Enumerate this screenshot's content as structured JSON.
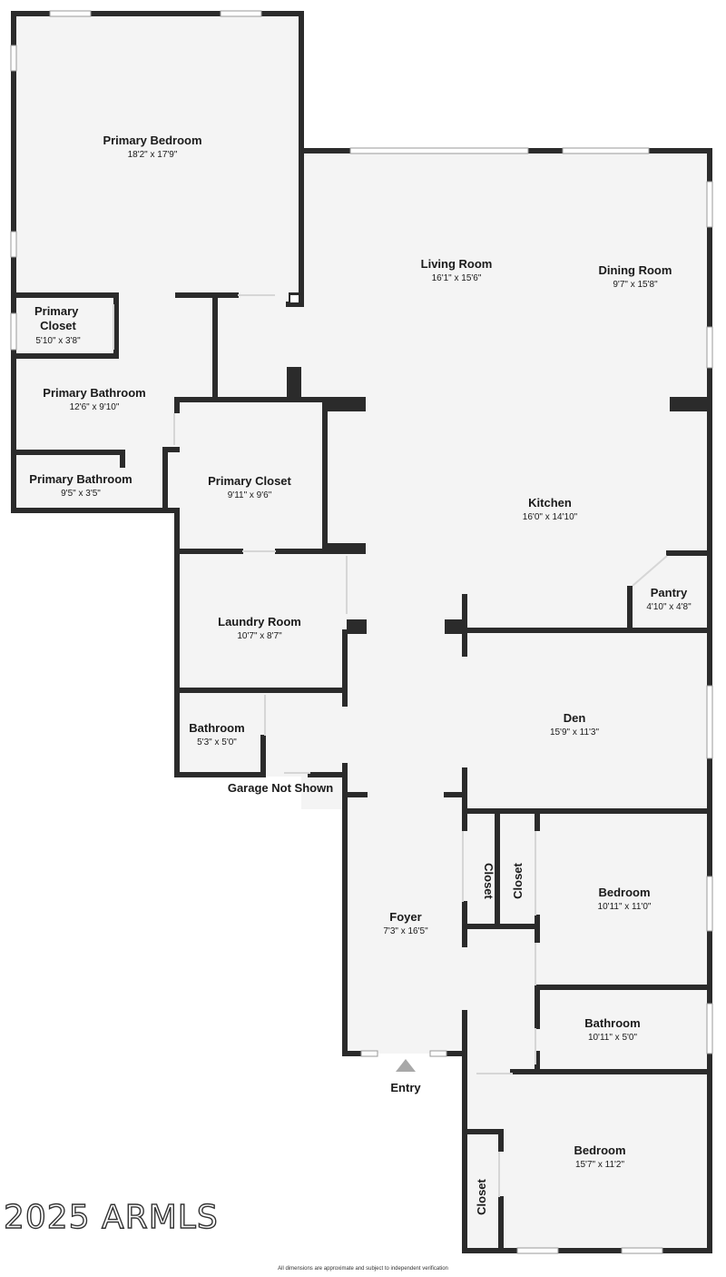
{
  "rooms": [
    {
      "name": "Primary Bedroom",
      "dim": "18'2\" x 17'9\""
    },
    {
      "name": "Living Room",
      "dim": "16'1\" x 15'6\""
    },
    {
      "name": "Dining Room",
      "dim": "9'7\" x 15'8\""
    },
    {
      "name": "Primary\nCloset",
      "dim": "5'10\" x 3'8\""
    },
    {
      "name": "Primary Bathroom",
      "dim": "12'6\" x 9'10\""
    },
    {
      "name": "Primary Bathroom",
      "dim": "9'5\" x 3'5\""
    },
    {
      "name": "Primary Closet",
      "dim": "9'11\" x 9'6\""
    },
    {
      "name": "Kitchen",
      "dim": "16'0\" x 14'10\""
    },
    {
      "name": "Pantry",
      "dim": "4'10\" x 4'8\""
    },
    {
      "name": "Laundry Room",
      "dim": "10'7\" x 8'7\""
    },
    {
      "name": "Bathroom",
      "dim": "5'3\" x 5'0\""
    },
    {
      "name": "Den",
      "dim": "15'9\" x 11'3\""
    },
    {
      "name": "Foyer",
      "dim": "7'3\" x 16'5\""
    },
    {
      "name": "Bedroom",
      "dim": "10'11\" x 11'0\""
    },
    {
      "name": "Bathroom",
      "dim": "10'11\" x 5'0\""
    },
    {
      "name": "Bedroom",
      "dim": "15'7\" x 11'2\""
    }
  ],
  "closets": [
    "Closet",
    "Closet",
    "Closet"
  ],
  "labels": {
    "garage": "Garage Not Shown",
    "entry": "Entry"
  },
  "watermark": "2025 ARMLS",
  "disclaimer": "All dimensions are approximate and subject to independent verification",
  "colors": {
    "wall": "#2b2b2b",
    "floor": "#f4f4f4",
    "entry_marker": "#a8a8a8"
  }
}
